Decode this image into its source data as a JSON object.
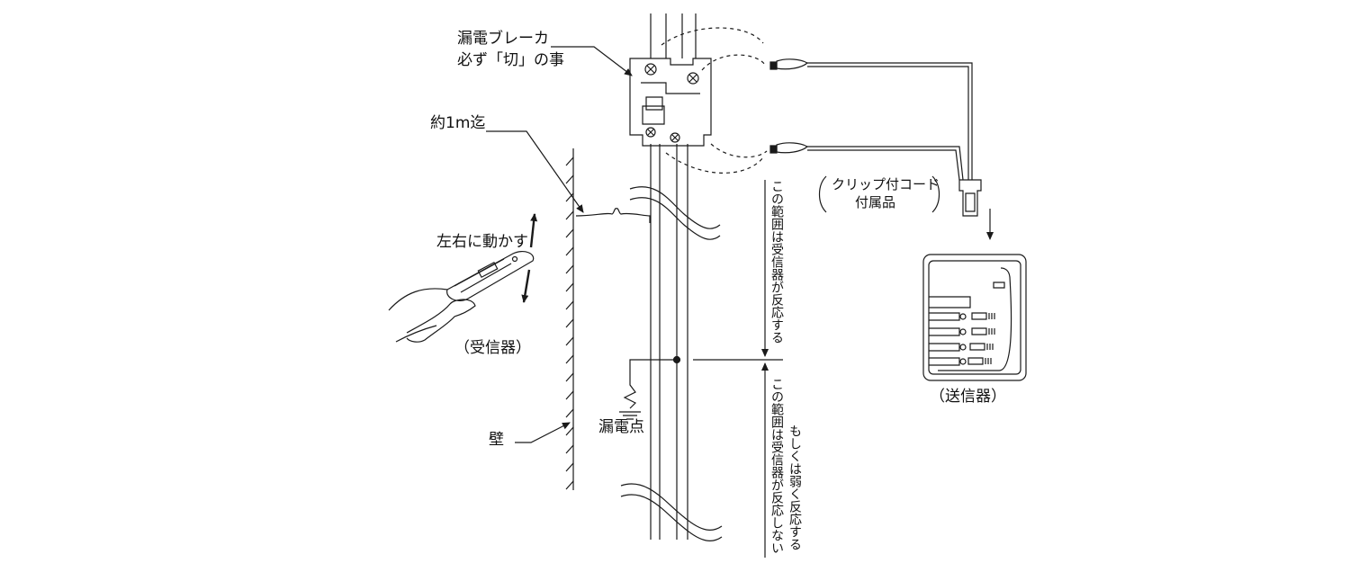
{
  "labels": {
    "breaker_line1": "漏電ブレーカ",
    "breaker_line2": "必ず「切」の事",
    "distance": "約1m迄",
    "move": "左右に動かす",
    "receiver": "（受信器）",
    "clip_cord_line1": "クリップ付コード",
    "clip_cord_line2": "付属品",
    "transmitter": "（送信器）",
    "leak_point": "漏電点",
    "wall": "壁",
    "range_reacts": "この範囲は受信器が反応する",
    "range_not_react": "この範囲は受信器が反応しない",
    "range_weak": "もしくは弱く反応する"
  },
  "colors": {
    "line": "#1a1a1a",
    "background": "#ffffff"
  }
}
